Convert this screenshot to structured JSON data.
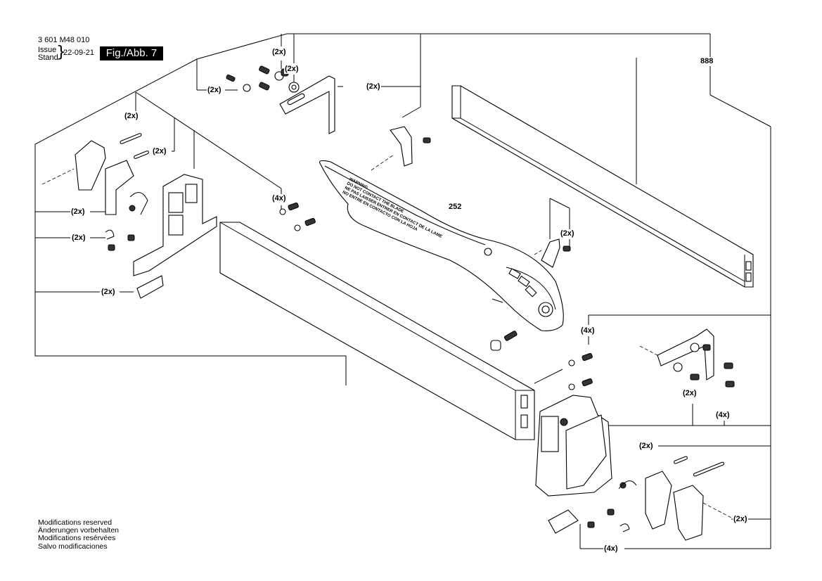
{
  "header": {
    "doc_number": "3 601 M48 010",
    "issue_label": "Issue",
    "stand_label": "Stand",
    "brace": "}",
    "date": "22-09-21",
    "figure_label": "Fig./Abb. 7"
  },
  "part_numbers": {
    "fence_rail": "888",
    "fence_handle": "252"
  },
  "quantities": {
    "q_2x": "(2x)",
    "q_4x": "(4x)"
  },
  "warning_text": {
    "line1": "WARNING",
    "line2": "DO NOT CONTACT THE BLADE",
    "line3": "NE PAS LAISSER ENTRER EN CONTACT DE LA LAME",
    "line4": "NO ENTRE EN CONTACTO CON LA HOJA"
  },
  "footer": {
    "line1": "Modifications reserved",
    "line2": "Änderungen vorbehalten",
    "line3": "Modifications resérvées",
    "line4": "Salvo modificaciones"
  }
}
